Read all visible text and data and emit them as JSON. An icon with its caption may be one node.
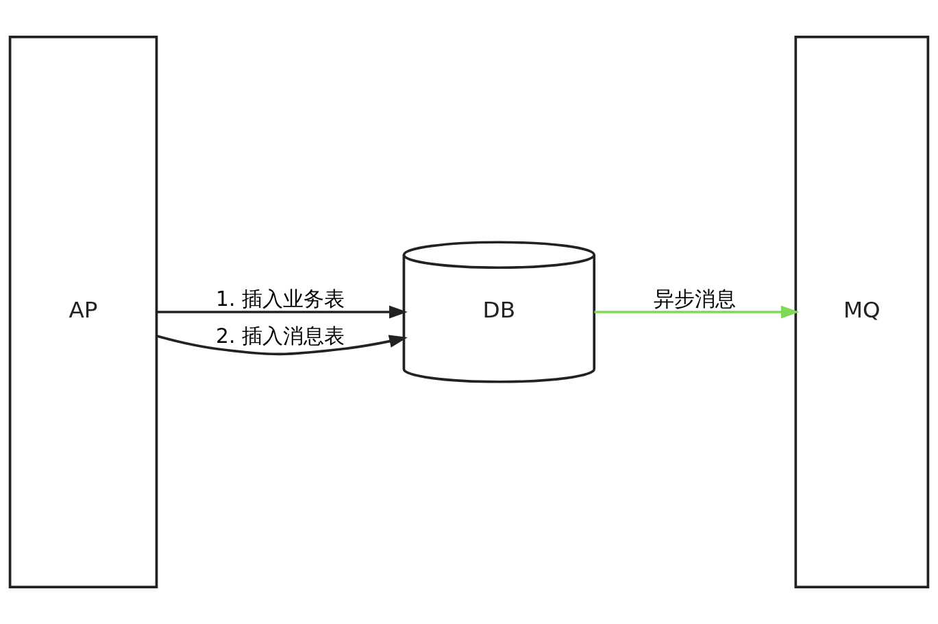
{
  "diagram": {
    "nodes": [
      {
        "text": [
          "AP"
        ]
      },
      {
        "text": [
          "DB"
        ]
      },
      {
        "text": [
          "MQ"
        ]
      }
    ],
    "edges": [
      {
        "from": 0,
        "to": 1,
        "arrow": "to",
        "label": "1. 插入业务表"
      },
      {
        "from": 0,
        "to": 1,
        "arrow": "to",
        "label": "2. 插入消息表"
      },
      {
        "from": 1,
        "to": 2,
        "arrow": "to",
        "label": "异步消息",
        "color": "#7ed957"
      }
    ]
  }
}
